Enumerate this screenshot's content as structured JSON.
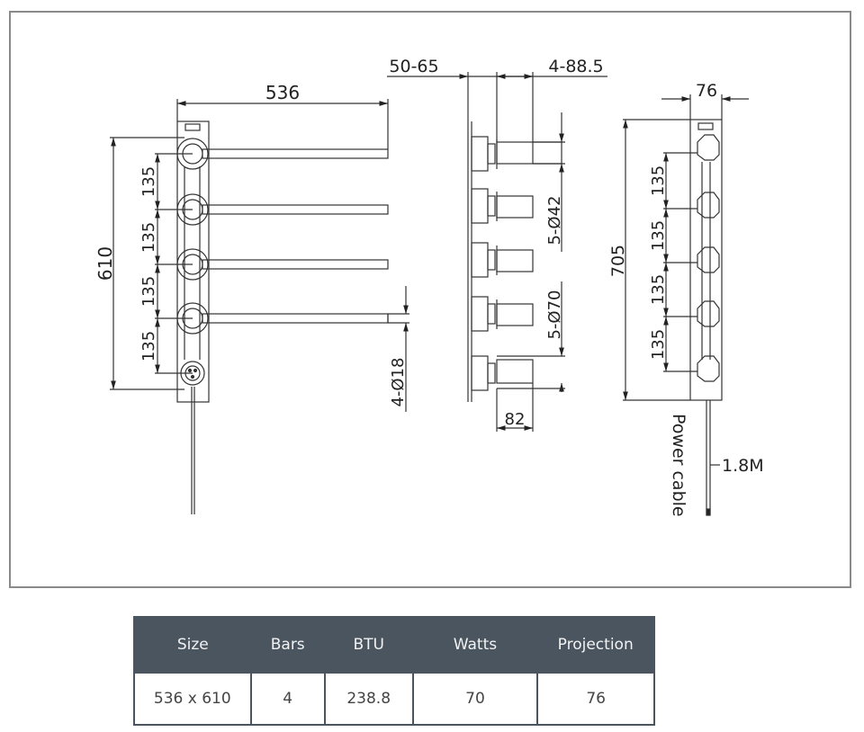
{
  "drawing": {
    "front_view": {
      "width_label": "536",
      "height_label": "610",
      "spacing_labels": [
        "135",
        "135",
        "135",
        "135"
      ],
      "bar_dia_label": "4-Ø18"
    },
    "side_view": {
      "wall_offset_label": "50-65",
      "bar_depth_label": "4-88.5",
      "collar_small_label": "5-Ø42",
      "collar_large_label": "5-Ø70",
      "depth_label": "82"
    },
    "rear_view": {
      "width_label": "76",
      "height_label": "705",
      "spacing_labels": [
        "135",
        "135",
        "135",
        "135"
      ],
      "cable_label": "Power cable",
      "cable_length_label": "1.8M"
    }
  },
  "spec_table": {
    "headers": [
      "Size",
      "Bars",
      "BTU",
      "Watts",
      "Projection"
    ],
    "rows": [
      [
        "536 x 610",
        "4",
        "238.8",
        "70",
        "76"
      ]
    ],
    "header_color": "#4a5560"
  }
}
